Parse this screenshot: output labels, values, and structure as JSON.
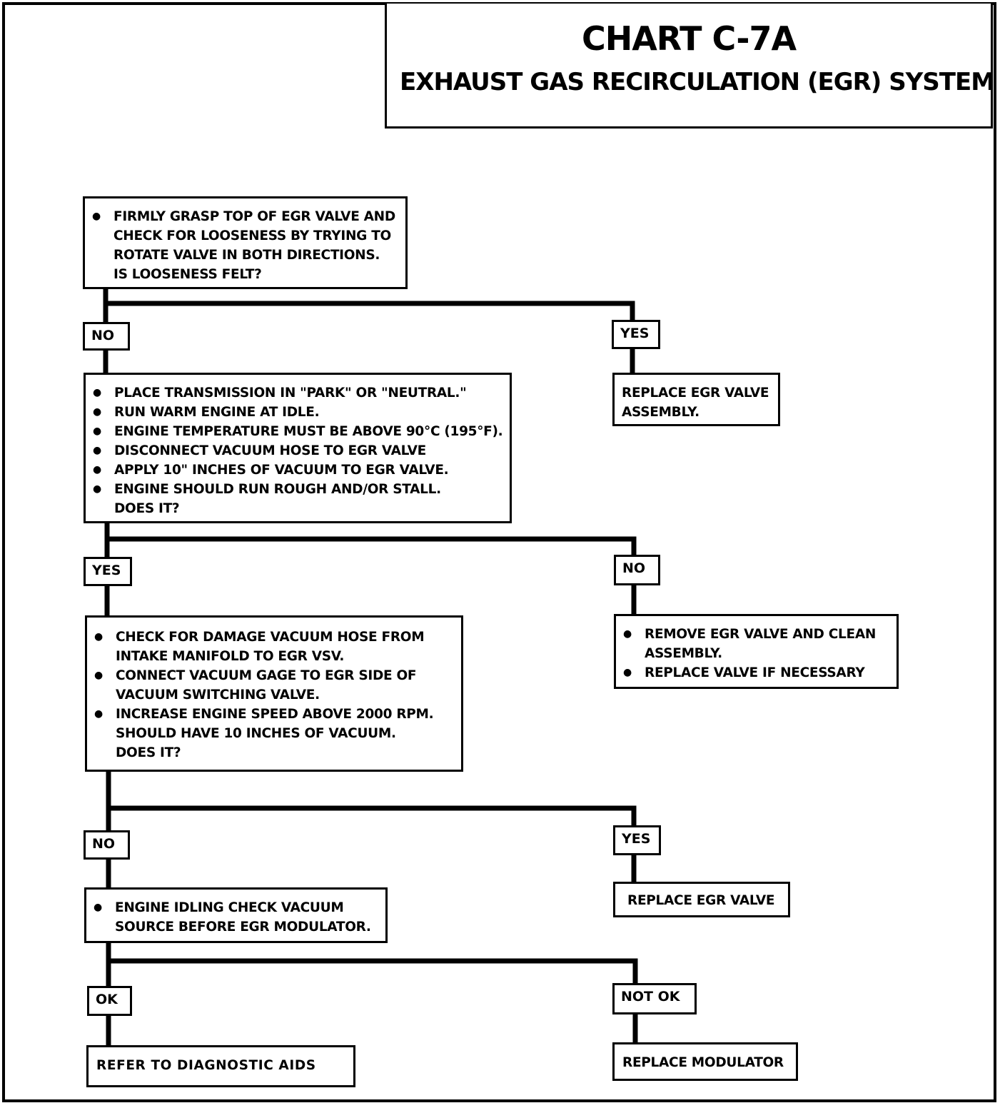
{
  "header": {
    "title": "CHART C-7A",
    "subtitle": "EXHAUST GAS RECIRCULATION (EGR) SYSTEM"
  },
  "flow": {
    "step1": {
      "lines": [
        "FIRMLY GRASP TOP OF EGR VALVE AND",
        "CHECK FOR LOOSENESS BY TRYING TO",
        "ROTATE VALVE IN BOTH DIRECTIONS.",
        "IS LOOSENESS FELT?"
      ],
      "no_label": "NO",
      "yes_label": "YES",
      "yes_result": [
        "REPLACE EGR VALVE",
        "ASSEMBLY."
      ]
    },
    "step2": {
      "items": [
        "PLACE TRANSMISSION IN \"PARK\" OR \"NEUTRAL.\"",
        "RUN WARM ENGINE AT IDLE.",
        "ENGINE TEMPERATURE MUST BE ABOVE 90°C (195°F).",
        "DISCONNECT VACUUM HOSE TO EGR VALVE",
        "APPLY 10\" INCHES OF VACUUM TO EGR VALVE.",
        "ENGINE SHOULD RUN ROUGH AND/OR STALL."
      ],
      "question": "DOES IT?",
      "yes_label": "YES",
      "no_label": "NO",
      "no_result": {
        "item1_lines": [
          "REMOVE EGR VALVE AND CLEAN",
          "ASSEMBLY."
        ],
        "item2": "REPLACE VALVE IF NECESSARY"
      }
    },
    "step3": {
      "item1_lines": [
        "CHECK FOR DAMAGE VACUUM HOSE FROM",
        "INTAKE MANIFOLD TO EGR VSV."
      ],
      "item2_lines": [
        "CONNECT VACUUM GAGE TO EGR SIDE OF",
        "VACUUM SWITCHING VALVE."
      ],
      "item3_lines": [
        "INCREASE ENGINE SPEED ABOVE 2000 RPM.",
        "SHOULD HAVE 10 INCHES OF VACUUM.",
        "DOES IT?"
      ],
      "no_label": "NO",
      "yes_label": "YES",
      "yes_result": "REPLACE EGR VALVE"
    },
    "step4": {
      "lines": [
        "ENGINE IDLING CHECK VACUUM",
        "SOURCE BEFORE EGR MODULATOR."
      ],
      "ok_label": "OK",
      "not_ok_label": "NOT OK",
      "ok_result": "REFER TO DIAGNOSTIC AIDS",
      "not_ok_result": "REPLACE MODULATOR"
    }
  }
}
